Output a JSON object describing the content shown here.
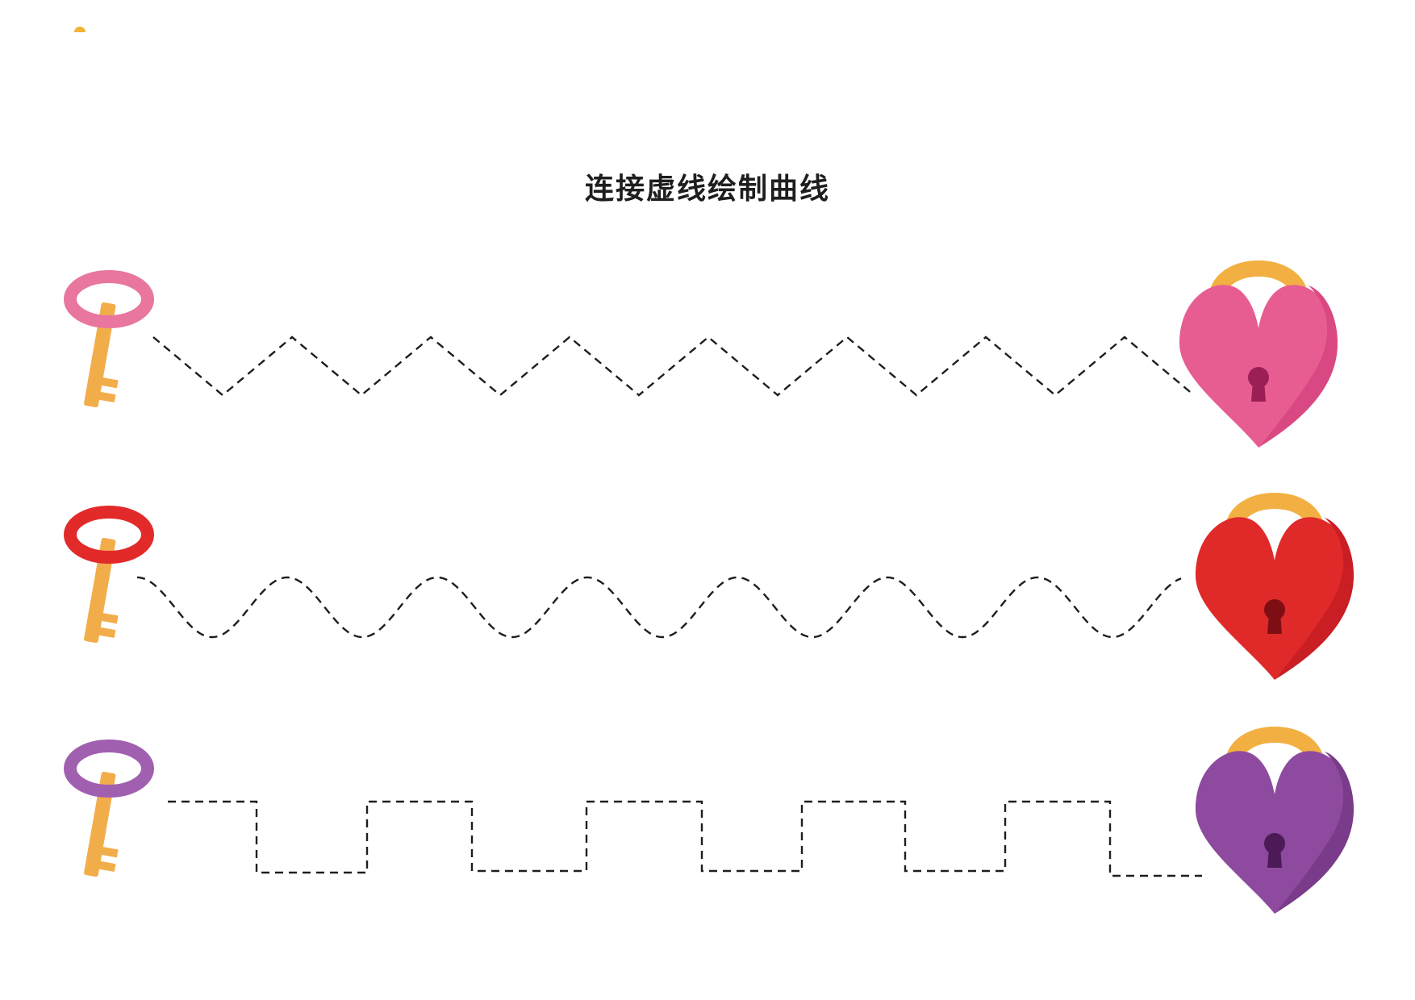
{
  "title": "连接虚线绘制曲线",
  "colors": {
    "key_shaft": "#f2ad4b",
    "shackle": "#f2b043",
    "dashed_line": "#1e1e1e"
  },
  "rows": [
    {
      "path_type": "zigzag",
      "key": {
        "icon": "key-icon",
        "color": "#e8769f"
      },
      "lock": {
        "icon": "heart-padlock-icon",
        "color": "#e75d92",
        "shade": "#d94882",
        "keyhole": "#9b1f55"
      }
    },
    {
      "path_type": "wave",
      "key": {
        "icon": "key-icon",
        "color": "#e22a2a"
      },
      "lock": {
        "icon": "heart-padlock-icon",
        "color": "#e02a2a",
        "shade": "#c81e24",
        "keyhole": "#7d0f14"
      }
    },
    {
      "path_type": "square-wave",
      "key": {
        "icon": "key-icon",
        "color": "#a15fb0"
      },
      "lock": {
        "icon": "heart-padlock-icon",
        "color": "#8e4a9e",
        "shade": "#7a3c8a",
        "keyhole": "#4b1a57"
      }
    }
  ]
}
